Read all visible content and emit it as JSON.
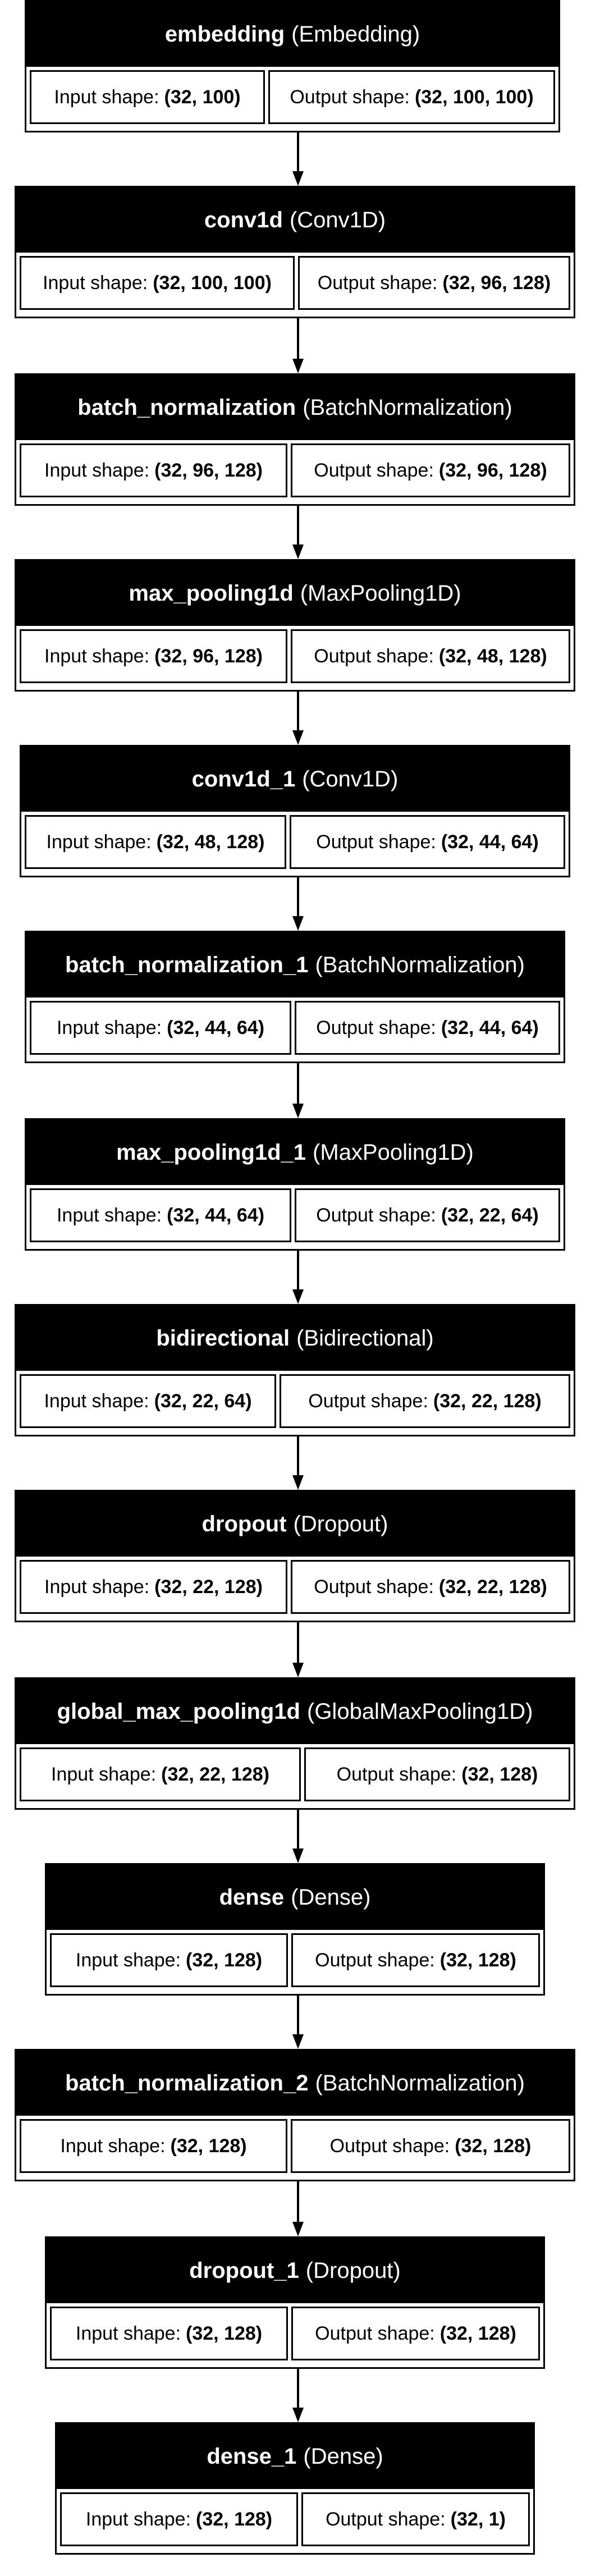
{
  "labels": {
    "input_shape": "Input shape:",
    "output_shape": "Output shape:"
  },
  "layers": [
    {
      "name": "embedding",
      "type": "(Embedding)",
      "input": "(32, 100)",
      "output": "(32, 100, 100)"
    },
    {
      "name": "conv1d",
      "type": "(Conv1D)",
      "input": "(32, 100, 100)",
      "output": "(32, 96, 128)"
    },
    {
      "name": "batch_normalization",
      "type": "(BatchNormalization)",
      "input": "(32, 96, 128)",
      "output": "(32, 96, 128)"
    },
    {
      "name": "max_pooling1d",
      "type": "(MaxPooling1D)",
      "input": "(32, 96, 128)",
      "output": "(32, 48, 128)"
    },
    {
      "name": "conv1d_1",
      "type": "(Conv1D)",
      "input": "(32, 48, 128)",
      "output": "(32, 44, 64)"
    },
    {
      "name": "batch_normalization_1",
      "type": "(BatchNormalization)",
      "input": "(32, 44, 64)",
      "output": "(32, 44, 64)"
    },
    {
      "name": "max_pooling1d_1",
      "type": "(MaxPooling1D)",
      "input": "(32, 44, 64)",
      "output": "(32, 22, 64)"
    },
    {
      "name": "bidirectional",
      "type": "(Bidirectional)",
      "input": "(32, 22, 64)",
      "output": "(32, 22, 128)"
    },
    {
      "name": "dropout",
      "type": "(Dropout)",
      "input": "(32, 22, 128)",
      "output": "(32, 22, 128)"
    },
    {
      "name": "global_max_pooling1d",
      "type": "(GlobalMaxPooling1D)",
      "input": "(32, 22, 128)",
      "output": "(32, 128)"
    },
    {
      "name": "dense",
      "type": "(Dense)",
      "input": "(32, 128)",
      "output": "(32, 128)"
    },
    {
      "name": "batch_normalization_2",
      "type": "(BatchNormalization)",
      "input": "(32, 128)",
      "output": "(32, 128)"
    },
    {
      "name": "dropout_1",
      "type": "(Dropout)",
      "input": "(32, 128)",
      "output": "(32, 128)"
    },
    {
      "name": "dense_1",
      "type": "(Dense)",
      "input": "(32, 128)",
      "output": "(32, 1)"
    }
  ]
}
